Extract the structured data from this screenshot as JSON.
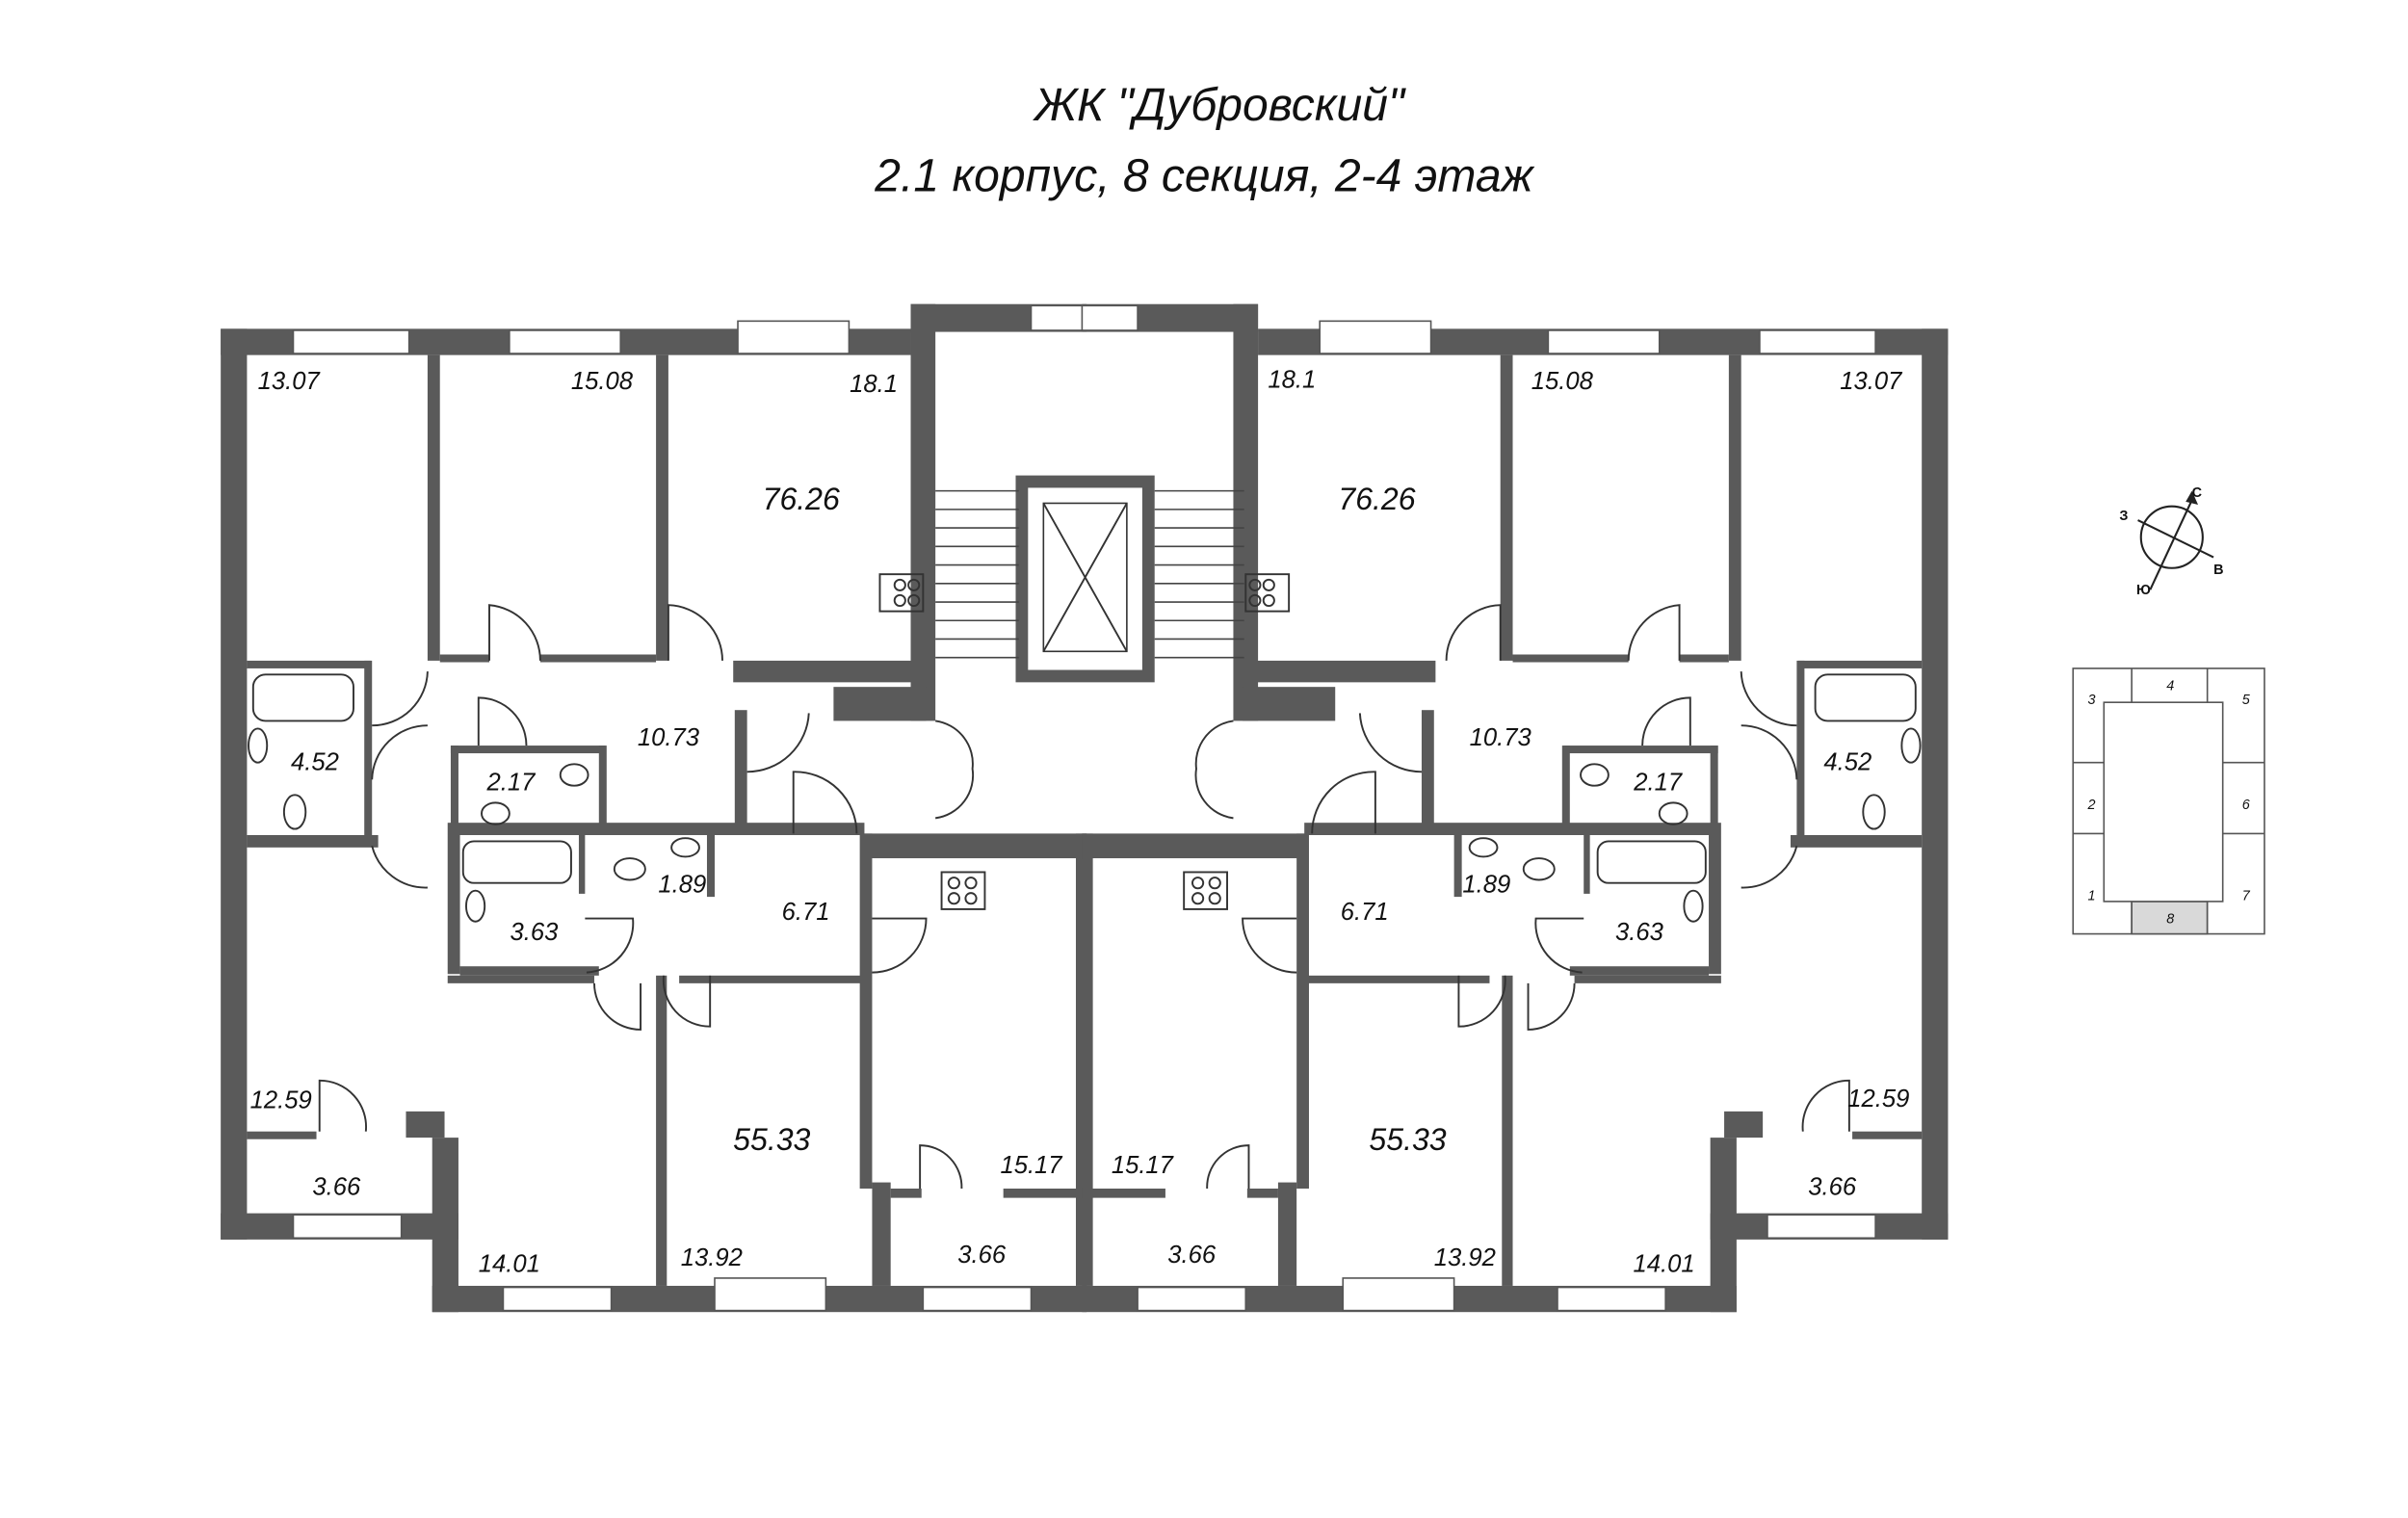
{
  "header": {
    "title": "ЖК \"Дубровский\"",
    "subtitle": "2.1 корпус, 8 секция, 2-4 этаж"
  },
  "left_rooms": [
    "13.07",
    "15.08",
    "18.1",
    "76.26",
    "10.73",
    "4.52",
    "2.17",
    "1.89",
    "3.63",
    "6.71",
    "12.59",
    "3.66",
    "14.01",
    "55.33",
    "13.92",
    "15.17",
    "3.66"
  ],
  "right_rooms": [
    "18.1",
    "15.08",
    "13.07",
    "76.26",
    "10.73",
    "2.17",
    "4.52",
    "1.89",
    "6.71",
    "3.63",
    "12.59",
    "55.33",
    "3.66",
    "15.17",
    "3.66",
    "13.92",
    "14.01"
  ],
  "compass": {
    "north": "С",
    "south": "Ю",
    "west": "З",
    "east": "В"
  },
  "section_key": {
    "sections": [
      "1",
      "2",
      "3",
      "4",
      "5",
      "6",
      "7",
      "8"
    ],
    "highlighted": "8",
    "highlight_color": "#d9d9d9"
  }
}
